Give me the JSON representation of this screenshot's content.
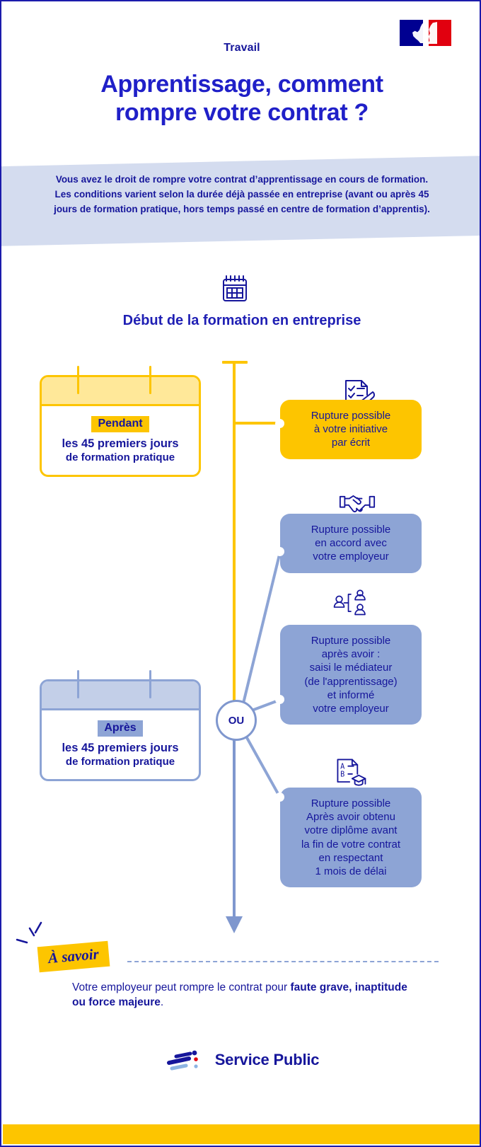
{
  "header": {
    "kicker": "Travail",
    "title_line1": "Apprentissage, comment",
    "title_line2": "rompre votre contrat ?",
    "flag_icon": "french-republic-marianne-flag"
  },
  "intro": {
    "text": "Vous avez le droit de rompre votre contrat d’apprentissage en cours de formation. Les conditions varient selon la durée déjà passée en entreprise (avant ou après 45 jours de formation pratique, hors temps passé en centre de formation d’apprentis)."
  },
  "section": {
    "icon": "calendar-icon",
    "title": "Début de la formation en entreprise"
  },
  "timeline": {
    "junction_label": "OU",
    "arrow_icon": "arrow-down-icon"
  },
  "cards": [
    {
      "id": "pendant",
      "icon": "calendar-card-icon",
      "tag": "Pendant",
      "line1": "les 45 premiers jours",
      "line2": "de formation pratique",
      "color": "#fdc500"
    },
    {
      "id": "apres",
      "icon": "calendar-card-icon",
      "tag": "Après",
      "line1": "les 45 premiers jours",
      "line2": "de formation pratique",
      "color": "#8da4d5"
    }
  ],
  "options": [
    {
      "id": "initiative-ecrit",
      "icon": "checklist-pencil-icon",
      "lines": [
        "Rupture possible",
        "à votre initiative",
        "par écrit"
      ],
      "color": "#fdc500"
    },
    {
      "id": "accord-employeur",
      "icon": "handshake-icon",
      "lines": [
        "Rupture possible",
        "en accord avec",
        "votre employeur"
      ],
      "color": "#8da4d5"
    },
    {
      "id": "mediateur",
      "icon": "mediator-people-icon",
      "lines": [
        "Rupture possible",
        "après avoir :",
        "saisi le médiateur",
        "(de l'apprentissage)",
        "et informé",
        "votre employeur"
      ],
      "color": "#8da4d5"
    },
    {
      "id": "diplome",
      "icon": "diploma-graduation-icon",
      "lines": [
        "Rupture possible",
        "Après avoir obtenu",
        "votre diplôme avant",
        "la fin de votre contrat",
        "en respectant",
        "1 mois de délai"
      ],
      "color": "#8da4d5"
    }
  ],
  "note": {
    "badge": "À savoir",
    "sparkle_icon": "sparkle-lines-icon",
    "text_before": "Votre employeur peut rompre le contrat pour ",
    "text_bold": "faute grave, inaptitude ou force majeure",
    "text_after": "."
  },
  "footer": {
    "logo_icon": "service-public-speed-lines-logo",
    "logo_text": "Service Public",
    "bar_color": "#fdc500"
  }
}
